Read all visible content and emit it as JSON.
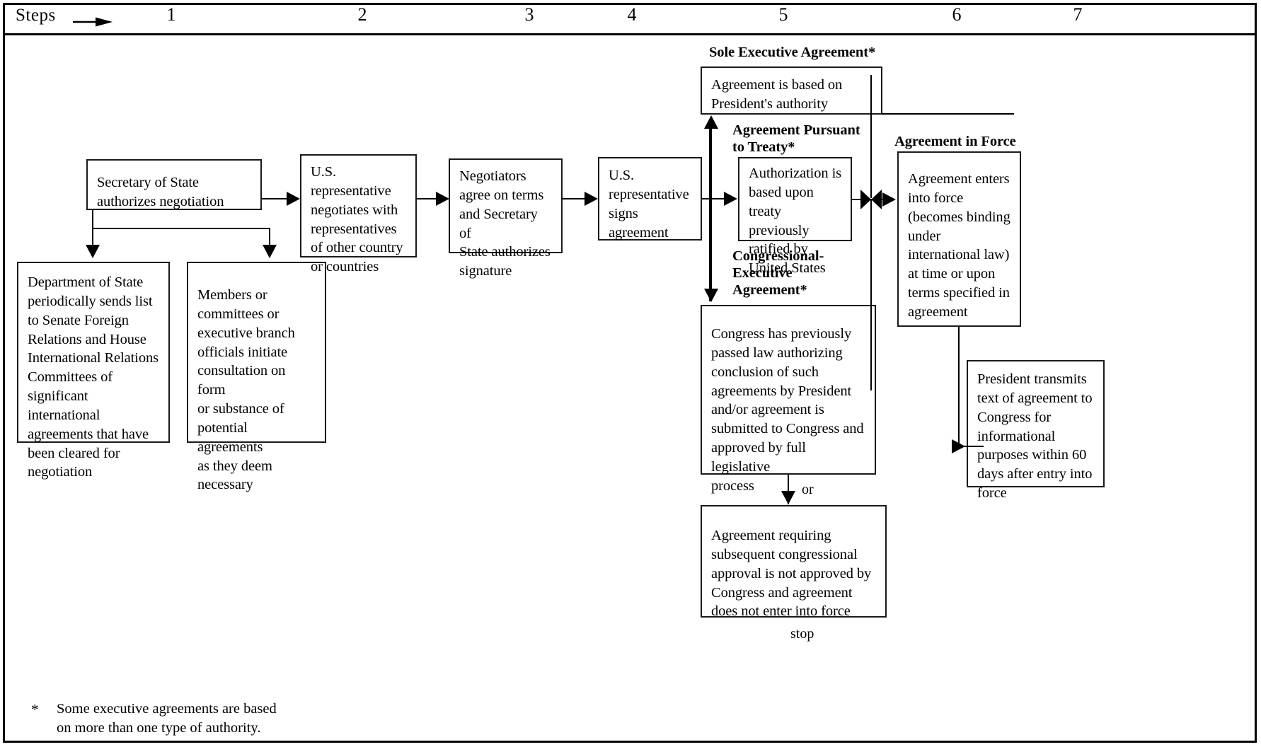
{
  "header": {
    "steps_label": "Steps",
    "arrow_icon": "right-arrow-icon",
    "step_numbers": [
      "1",
      "2",
      "3",
      "4",
      "5",
      "6",
      "7"
    ]
  },
  "captions": {
    "sole_executive": "Sole Executive Agreement*",
    "pursuant_to_treaty": "Agreement Pursuant\nto Treaty*",
    "congressional_executive": "Congressional-\nExecutive\nAgreement*",
    "agreement_in_force": "Agreement in Force"
  },
  "boxes": {
    "secretary_authorizes": "Secretary of State\nauthorizes negotiation",
    "dept_state_list": "Department of State\nperiodically sends list\nto Senate Foreign\nRelations and House\nInternational Relations\nCommittees of\nsignificant\ninternational\nagreements that have\nbeen cleared for\nnegotiation",
    "members_committees": "Members or\ncommittees or\nexecutive branch\nofficials initiate\nconsultation on form\nor substance of\npotential agreements\nas they deem\nnecessary",
    "us_rep_negotiates": "U.S.\nrepresentative\nnegotiates with\nrepresentatives\nof other country\nor countries",
    "negotiators_agree": "Negotiators\nagree on terms\nand Secretary of\nState authorizes\nsignature",
    "us_rep_signs": "U.S.\nrepresentative\nsigns\nagreement",
    "presidents_authority": "Agreement is based on\nPresident's authority",
    "authorization_treaty": "Authorization is\nbased upon\ntreaty previously\nratified by\nUnited States",
    "congress_passed_law": "Congress has previously\npassed law authorizing\nconclusion of such\nagreements by President\nand/or agreement is\nsubmitted to Congress and\napproved by full legislative\nprocess",
    "not_approved": "Agreement requiring\nsubsequent congressional\napproval is not approved by\nCongress and agreement\ndoes not enter into force",
    "enters_into_force": "Agreement enters\ninto force\n(becomes binding\nunder\ninternational law)\nat time or upon\nterms specified in\nagreement",
    "president_transmits": "President transmits\ntext of agreement to\nCongress for\ninformational\npurposes within 60\ndays after entry into\nforce"
  },
  "connector_labels": {
    "or": "or",
    "stop": "stop"
  },
  "footnote": {
    "marker": "*",
    "text": "Some executive agreements are based\non more than one type of authority."
  },
  "colors": {
    "ink": "#000000",
    "background": "#ffffff",
    "box_border": "#1a1a1a"
  }
}
